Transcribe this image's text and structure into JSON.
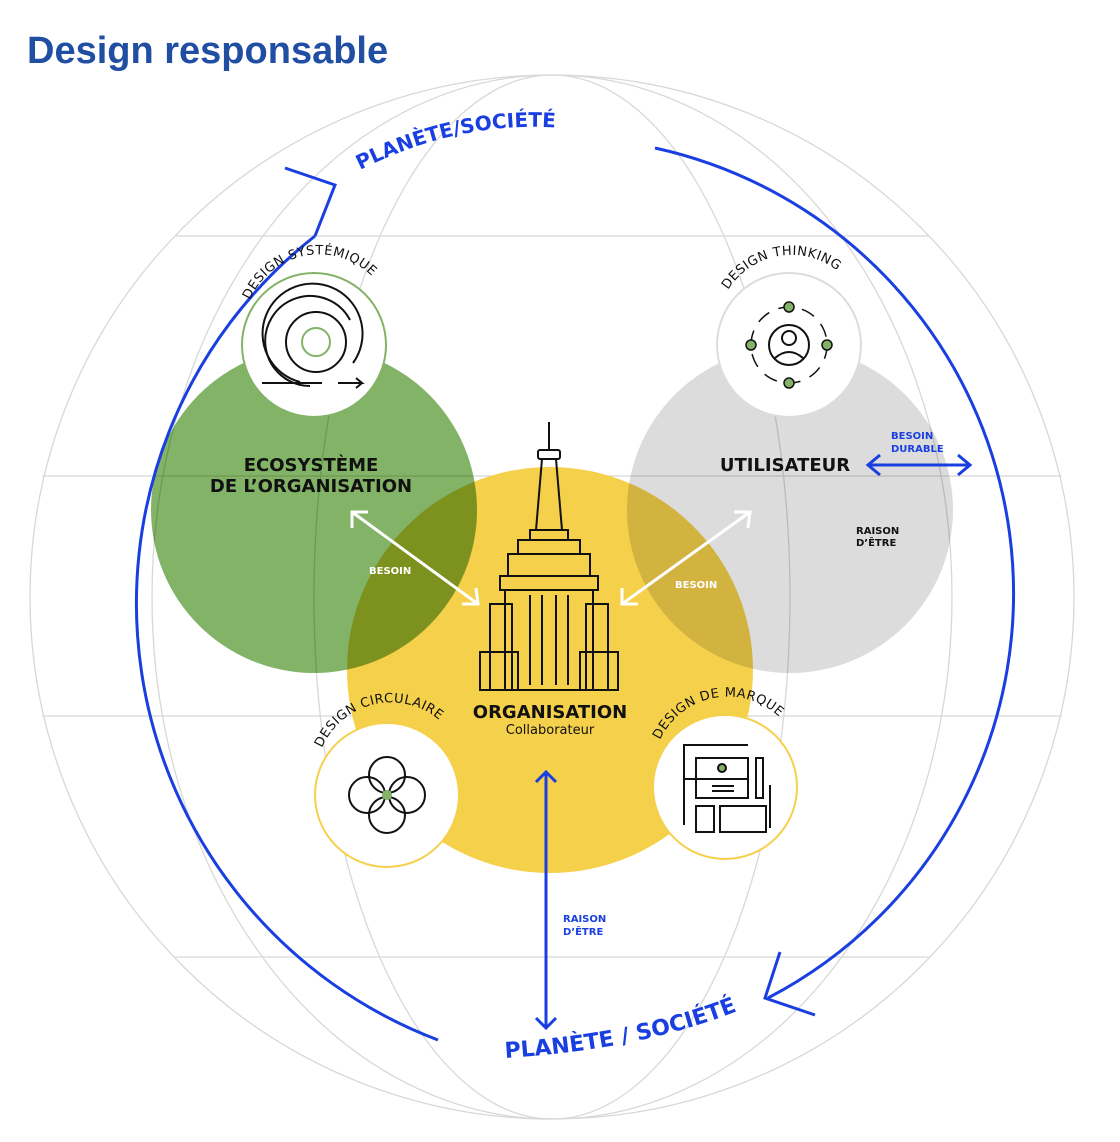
{
  "title": "Design responsable",
  "colors": {
    "green": "#82b366",
    "yellow": "#f5d04a",
    "gray": "#dcdcdc",
    "blue": "#1a3fe0",
    "title": "#1f4ea3"
  },
  "outer": {
    "top_label": "PLANÈTE/SOCIÉTÉ",
    "bottom_label": "PLANÈTE / SOCIÉTÉ"
  },
  "circles": {
    "ecosystem": {
      "line1": "ECOSYSTÈME",
      "line2": "DE L’ORGANISATION"
    },
    "user": {
      "label": "UTILISATEUR"
    },
    "organisation": {
      "label": "ORGANISATION",
      "sub": "Collaborateur"
    }
  },
  "badges": {
    "systemic": "DESIGN SYSTÉMIQUE",
    "thinking": "DESIGN THINKING",
    "circular": "DESIGN CIRCULAIRE",
    "brand": "DESIGN DE MARQUE"
  },
  "arrows": {
    "besoin_left": "BESOIN",
    "besoin_right": "BESOIN",
    "besoin_durable_1": "BESOIN",
    "besoin_durable_2": "DURABLE",
    "raison_user_1": "RAISON",
    "raison_user_2": "D’ÊTRE",
    "raison_org_1": "RAISON",
    "raison_org_2": "D’ÊTRE"
  }
}
